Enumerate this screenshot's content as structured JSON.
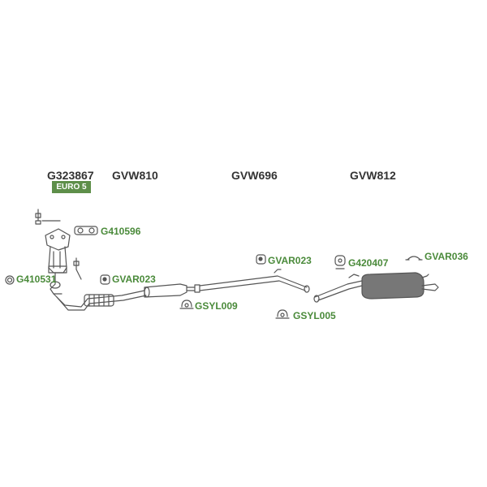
{
  "colors": {
    "main_text": "#333333",
    "part_text": "#4a8a3a",
    "badge_bg": "#5e8f4a",
    "line": "#555555",
    "muffler_fill": "#777777"
  },
  "main_labels": {
    "catalyst": "G323867",
    "front_pipe": "GVW810",
    "center_pipe": "GVW696",
    "rear_muffler": "GVW812"
  },
  "badge": "EURO 5",
  "parts": {
    "gasket_manifold": "G410596",
    "gasket_ring": "G410531",
    "rubber_mount_1": "GVAR023",
    "rubber_mount_2": "GVAR023",
    "clamp_1": "GSYL009",
    "clamp_2": "GSYL005",
    "hanger_1": "G420407",
    "hanger_2": "GVAR036"
  }
}
